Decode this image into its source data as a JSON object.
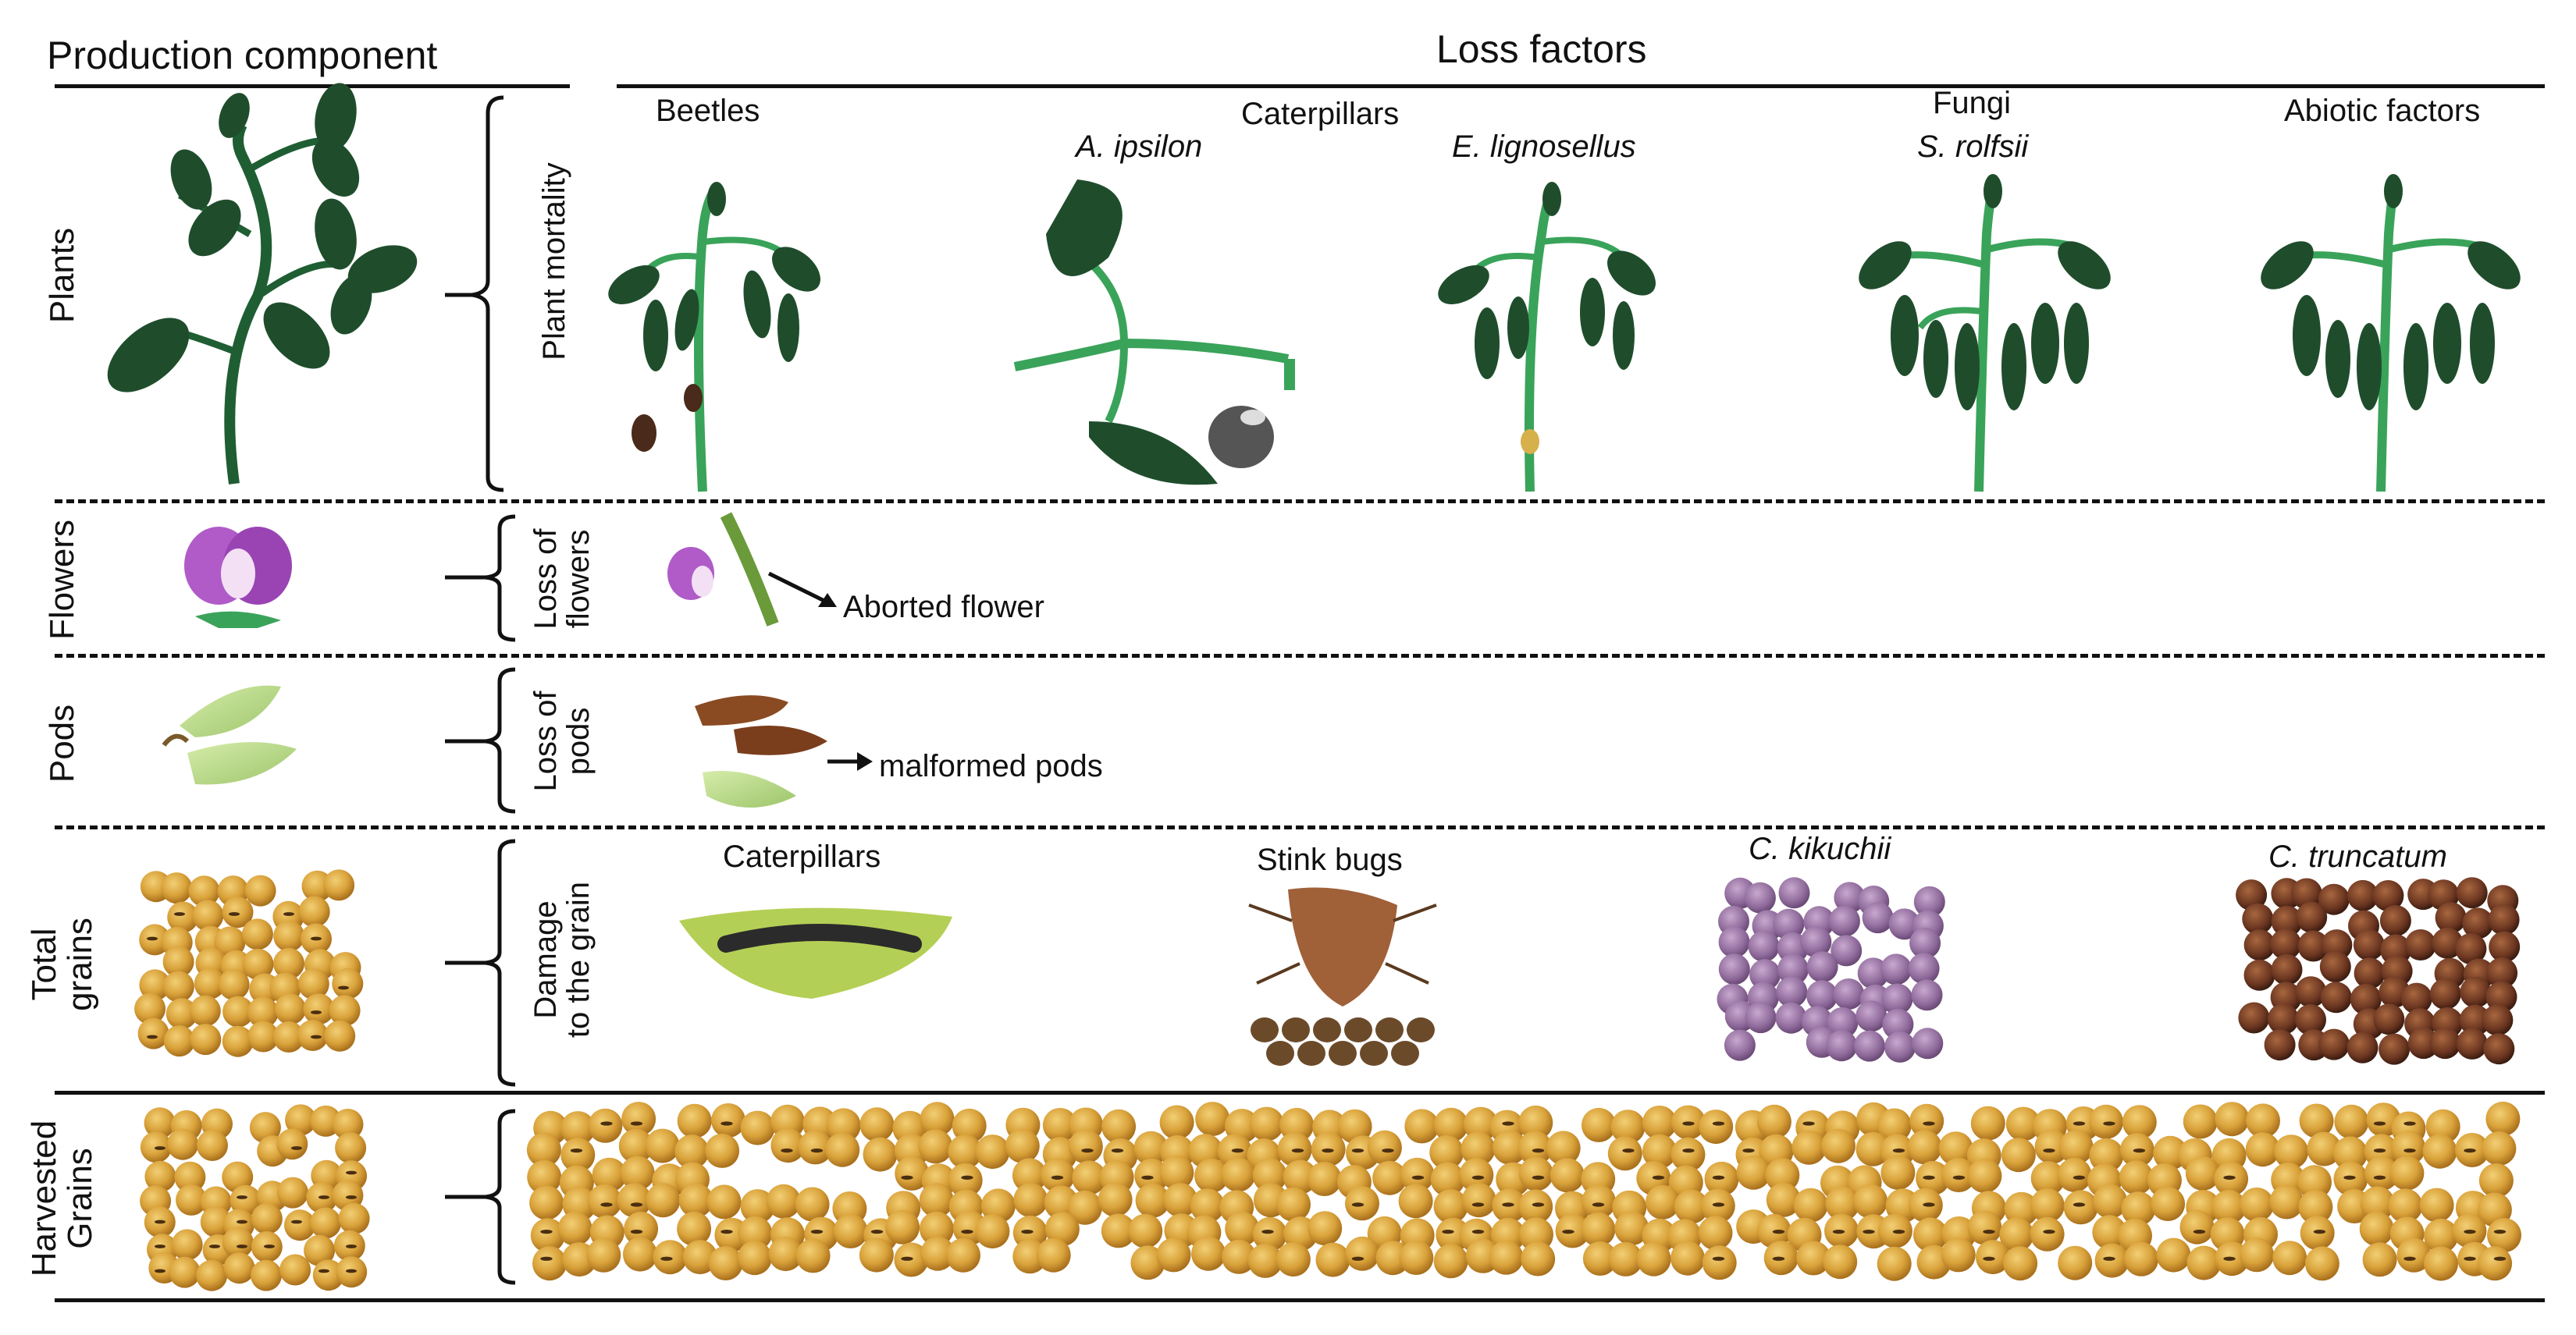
{
  "headers": {
    "production_component": "Production component",
    "loss_factors": "Loss factors"
  },
  "rows": {
    "plants": "Plants",
    "flowers": "Flowers",
    "pods": "Pods",
    "total_grains_1": "Total",
    "total_grains_2": "grains",
    "harvested_1": "Harvested",
    "harvested_2": "Grains"
  },
  "effects": {
    "plant_mortality": "Plant mortality",
    "loss_flowers_1": "Loss of",
    "loss_flowers_2": "flowers",
    "loss_pods_1": "Loss of",
    "loss_pods_2": "pods",
    "damage_1": "Damage",
    "damage_2": "to the grain"
  },
  "factors": {
    "beetles": "Beetles",
    "caterpillars": "Caterpillars",
    "a_ipsilon": "A. ipsilon",
    "e_lignosellus": "E. lignosellus",
    "fungi": "Fungi",
    "s_rolfsii": "S. rolfsii",
    "abiotic": "Abiotic factors",
    "aborted_flower": "Aborted flower",
    "malformed_pods": "malformed pods",
    "caterpillars_grain": "Caterpillars",
    "stink_bugs": "Stink bugs",
    "c_kikuchii": "C. kikuchii",
    "c_truncatum": "C. truncatum"
  },
  "colors": {
    "leaf": "#1f4d2c",
    "stem": "#3aa35a",
    "flower": "#b05bc8",
    "pod": "#b9d98a",
    "grain": "#d9a23a",
    "kikuchii": "#8e6a9a",
    "truncatum": "#5a2f1e"
  }
}
